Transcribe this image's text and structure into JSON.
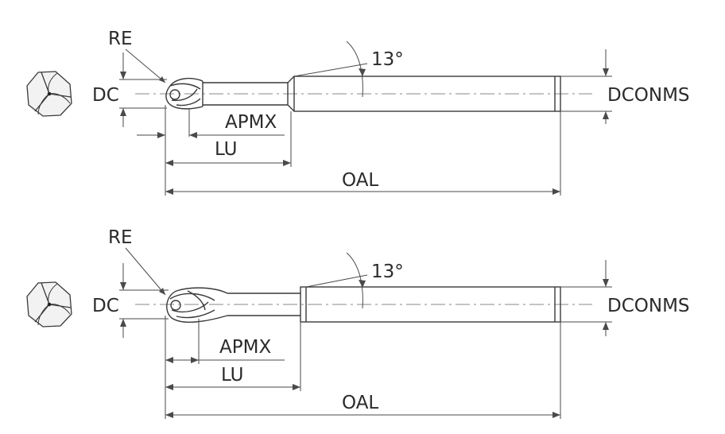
{
  "colors": {
    "line": "#3a3a3a",
    "text": "#2b2b2b",
    "background": "#ffffff"
  },
  "diagrams": [
    {
      "labels": {
        "re": "RE",
        "dc": "DC",
        "angle": "13°",
        "dconms": "DCONMS",
        "apmx": "APMX",
        "lu": "LU",
        "oal": "OAL"
      },
      "icon": "ball-end-mill-end-view-icon"
    },
    {
      "labels": {
        "re": "RE",
        "dc": "DC",
        "angle": "13°",
        "dconms": "DCONMS",
        "apmx": "APMX",
        "lu": "LU",
        "oal": "OAL"
      },
      "icon": "ball-end-mill-end-view-icon"
    }
  ]
}
